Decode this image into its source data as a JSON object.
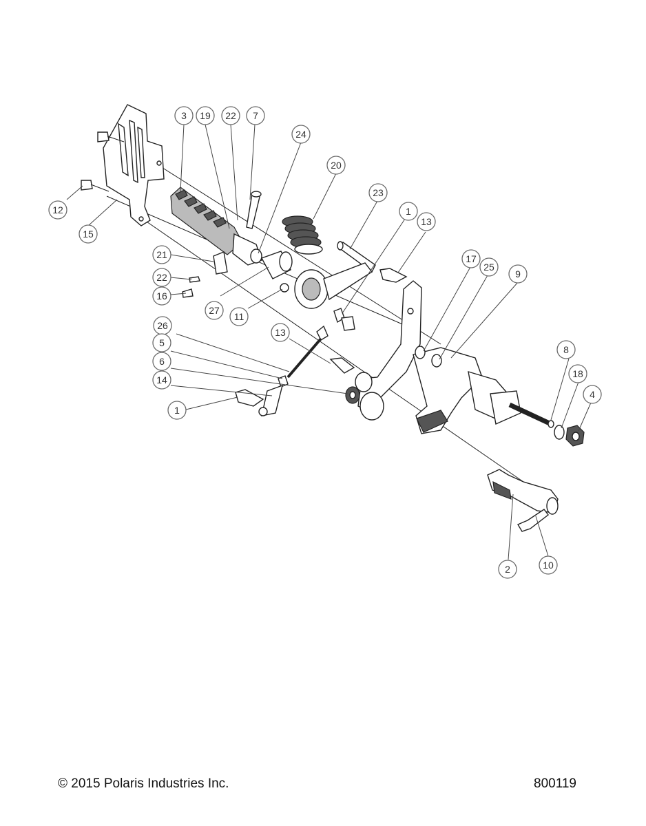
{
  "footer": {
    "copyright": "© 2015 Polaris Industries Inc.",
    "diagram_number": "800119"
  },
  "callouts": [
    {
      "id": "c3",
      "label": "3"
    },
    {
      "id": "c19",
      "label": "19"
    },
    {
      "id": "c22a",
      "label": "22"
    },
    {
      "id": "c7",
      "label": "7"
    },
    {
      "id": "c24",
      "label": "24"
    },
    {
      "id": "c20",
      "label": "20"
    },
    {
      "id": "c23",
      "label": "23"
    },
    {
      "id": "c1a",
      "label": "1"
    },
    {
      "id": "c13a",
      "label": "13"
    },
    {
      "id": "c12",
      "label": "12"
    },
    {
      "id": "c15",
      "label": "15"
    },
    {
      "id": "c21",
      "label": "21"
    },
    {
      "id": "c22b",
      "label": "22"
    },
    {
      "id": "c16",
      "label": "16"
    },
    {
      "id": "c27",
      "label": "27"
    },
    {
      "id": "c11",
      "label": "11"
    },
    {
      "id": "c17",
      "label": "17"
    },
    {
      "id": "c25",
      "label": "25"
    },
    {
      "id": "c9",
      "label": "9"
    },
    {
      "id": "c26",
      "label": "26"
    },
    {
      "id": "c5",
      "label": "5"
    },
    {
      "id": "c6",
      "label": "6"
    },
    {
      "id": "c14",
      "label": "14"
    },
    {
      "id": "c1b",
      "label": "1"
    },
    {
      "id": "c13b",
      "label": "13"
    },
    {
      "id": "c8",
      "label": "8"
    },
    {
      "id": "c18",
      "label": "18"
    },
    {
      "id": "c4",
      "label": "4"
    },
    {
      "id": "c2",
      "label": "2"
    },
    {
      "id": "c10",
      "label": "10"
    }
  ]
}
